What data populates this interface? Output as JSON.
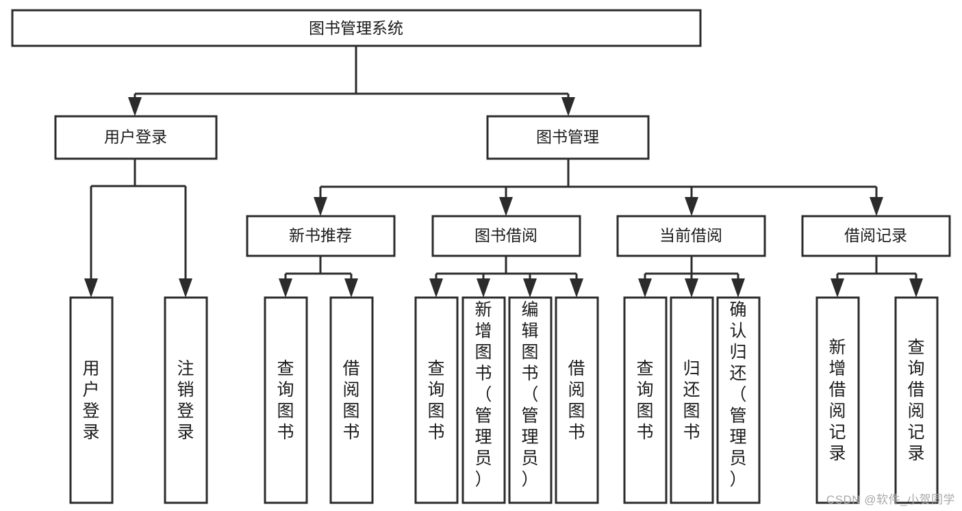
{
  "diagram": {
    "type": "tree-hierarchy",
    "title": "图书管理系统",
    "watermark": "CSDN @软件_小贺同学",
    "colors": {
      "stroke": "#2b2b2b",
      "fill": "#ffffff",
      "text": "#1a1a1a",
      "watermark": "#a8a8a8"
    },
    "levels": {
      "level0": [
        {
          "id": "root",
          "label": "图书管理系统",
          "orientation": "horizontal"
        }
      ],
      "level1": [
        {
          "id": "login",
          "label": "用户登录",
          "orientation": "horizontal",
          "parent": "root"
        },
        {
          "id": "book-mgmt",
          "label": "图书管理",
          "orientation": "horizontal",
          "parent": "root"
        }
      ],
      "level2": [
        {
          "id": "new-book-rec",
          "label": "新书推荐",
          "orientation": "horizontal",
          "parent": "book-mgmt"
        },
        {
          "id": "book-borrow",
          "label": "图书借阅",
          "orientation": "horizontal",
          "parent": "book-mgmt"
        },
        {
          "id": "current-borrow",
          "label": "当前借阅",
          "orientation": "horizontal",
          "parent": "book-mgmt"
        },
        {
          "id": "borrow-record",
          "label": "借阅记录",
          "orientation": "horizontal",
          "parent": "book-mgmt"
        }
      ],
      "level3": [
        {
          "id": "leaf-1",
          "label": "用户登录",
          "orientation": "vertical",
          "parent": "login",
          "align": "middle"
        },
        {
          "id": "leaf-2",
          "label": "注销登录",
          "orientation": "vertical",
          "parent": "login",
          "align": "middle"
        },
        {
          "id": "leaf-3",
          "label": "查询图书",
          "orientation": "vertical",
          "parent": "new-book-rec",
          "align": "middle"
        },
        {
          "id": "leaf-4",
          "label": "借阅图书",
          "orientation": "vertical",
          "parent": "new-book-rec",
          "align": "middle"
        },
        {
          "id": "leaf-5",
          "label": "查询图书",
          "orientation": "vertical",
          "parent": "book-borrow",
          "align": "middle"
        },
        {
          "id": "leaf-6",
          "label": "新增图书（管理员）",
          "orientation": "vertical",
          "parent": "book-borrow",
          "align": "top"
        },
        {
          "id": "leaf-7",
          "label": "编辑图书（管理员）",
          "orientation": "vertical",
          "parent": "book-borrow",
          "align": "top"
        },
        {
          "id": "leaf-8",
          "label": "借阅图书",
          "orientation": "vertical",
          "parent": "book-borrow",
          "align": "middle"
        },
        {
          "id": "leaf-9",
          "label": "查询图书",
          "orientation": "vertical",
          "parent": "current-borrow",
          "align": "middle"
        },
        {
          "id": "leaf-10",
          "label": "归还图书",
          "orientation": "vertical",
          "parent": "current-borrow",
          "align": "middle"
        },
        {
          "id": "leaf-11",
          "label": "确认归还（管理员）",
          "orientation": "vertical",
          "parent": "current-borrow",
          "align": "top"
        },
        {
          "id": "leaf-12",
          "label": "新增借阅记录",
          "orientation": "vertical",
          "parent": "borrow-record",
          "align": "middle"
        },
        {
          "id": "leaf-13",
          "label": "查询借阅记录",
          "orientation": "vertical",
          "parent": "borrow-record",
          "align": "middle"
        }
      ]
    }
  }
}
